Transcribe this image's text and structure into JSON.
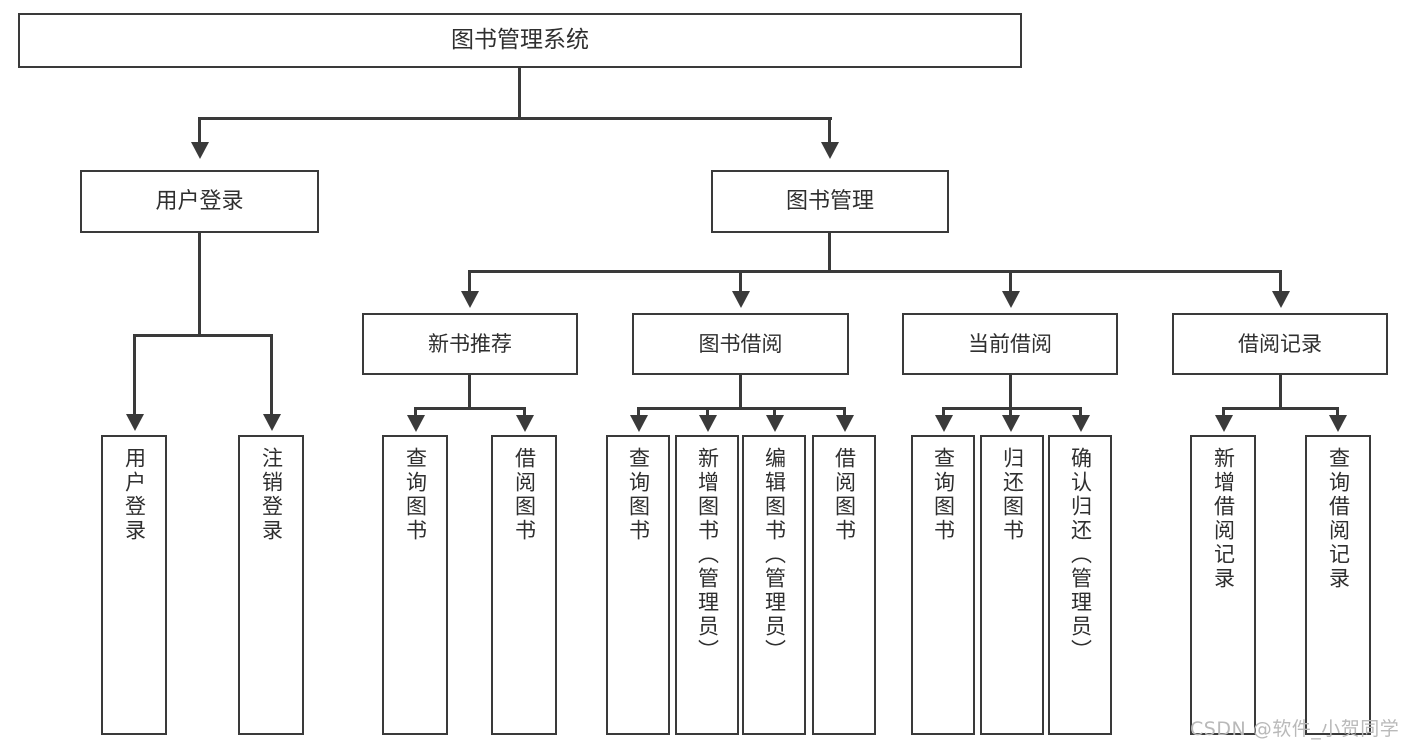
{
  "diagram": {
    "type": "tree",
    "title": "图书管理系统",
    "watermark": "CSDN @软件_小贺同学",
    "colors": {
      "stroke": "#3a3a3a",
      "text": "#2f2f2f",
      "background": "#ffffff",
      "watermark": "#b9b9b9"
    },
    "nodes": {
      "root": "图书管理系统",
      "level2": [
        "用户登录",
        "图书管理"
      ],
      "level3": [
        "新书推荐",
        "图书借阅",
        "当前借阅",
        "借阅记录"
      ],
      "leaves": {
        "user_login": [
          "用户登录",
          "注销登录"
        ],
        "new_book_recommend": [
          "查询图书",
          "借阅图书"
        ],
        "book_borrow": [
          "查询图书",
          "新增图书（管理员）",
          "编辑图书（管理员）",
          "借阅图书"
        ],
        "current_borrow": [
          "查询图书",
          "归还图书",
          "确认归还（管理员）"
        ],
        "borrow_record": [
          "新增借阅记录",
          "查询借阅记录"
        ]
      }
    },
    "edges": [
      {
        "from": "图书管理系统",
        "to": "用户登录"
      },
      {
        "from": "图书管理系统",
        "to": "图书管理"
      },
      {
        "from": "用户登录",
        "to": "用户登录"
      },
      {
        "from": "用户登录",
        "to": "注销登录"
      },
      {
        "from": "图书管理",
        "to": "新书推荐"
      },
      {
        "from": "图书管理",
        "to": "图书借阅"
      },
      {
        "from": "图书管理",
        "to": "当前借阅"
      },
      {
        "from": "图书管理",
        "to": "借阅记录"
      },
      {
        "from": "新书推荐",
        "to": "查询图书"
      },
      {
        "from": "新书推荐",
        "to": "借阅图书"
      },
      {
        "from": "图书借阅",
        "to": "查询图书"
      },
      {
        "from": "图书借阅",
        "to": "新增图书（管理员）"
      },
      {
        "from": "图书借阅",
        "to": "编辑图书（管理员）"
      },
      {
        "from": "图书借阅",
        "to": "借阅图书"
      },
      {
        "from": "当前借阅",
        "to": "查询图书"
      },
      {
        "from": "当前借阅",
        "to": "归还图书"
      },
      {
        "from": "当前借阅",
        "to": "确认归还（管理员）"
      },
      {
        "from": "借阅记录",
        "to": "新增借阅记录"
      },
      {
        "from": "借阅记录",
        "to": "查询借阅记录"
      }
    ]
  }
}
